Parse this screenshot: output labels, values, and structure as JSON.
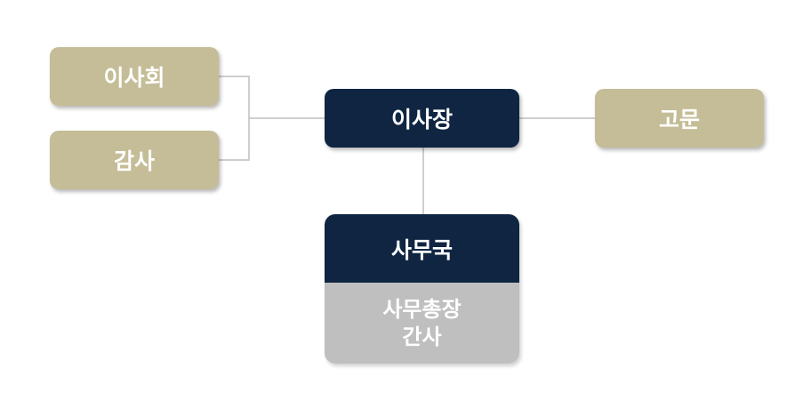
{
  "org_chart": {
    "board": "이사회",
    "auditor": "감사",
    "chairman": "이사장",
    "advisor": "고문",
    "secretariat": {
      "title": "사무국",
      "members": [
        "사무총장",
        "간사"
      ]
    }
  },
  "colors": {
    "navy": "#0f2542",
    "gold": "#c4bd97",
    "gray": "#bfbfbf",
    "connector": "#bfbfbf"
  }
}
